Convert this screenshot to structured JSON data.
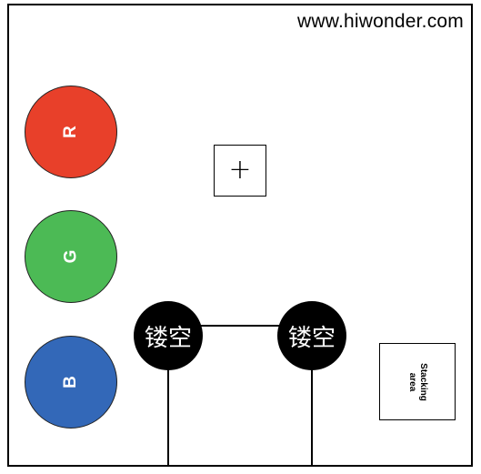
{
  "header": {
    "url": "www.hiwonder.com"
  },
  "color_zones": [
    {
      "label": "R",
      "color": "#e8402a"
    },
    {
      "label": "G",
      "color": "#4cba55"
    },
    {
      "label": "B",
      "color": "#3368b8"
    }
  ],
  "center_marker": {
    "symbol": "+"
  },
  "hollow_points": [
    {
      "label": "镂空"
    },
    {
      "label": "镂空"
    }
  ],
  "stacking_area": {
    "line1": "Stacking",
    "line2": "area"
  }
}
